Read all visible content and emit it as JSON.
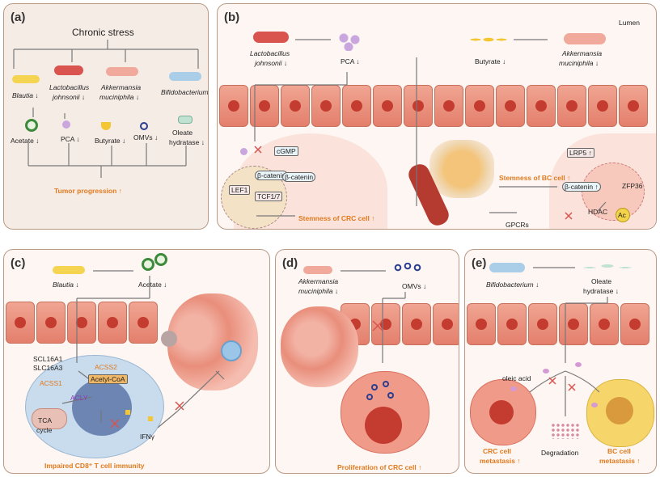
{
  "panel_a": {
    "label": "(a)",
    "title": "Chronic stress",
    "bacteria": [
      "Blautia ↓",
      "Lactobacillus johnsonii ↓",
      "Akkermansia muciniphila ↓",
      "Bifidobacterium ↓"
    ],
    "bact_lines": {
      "lj": [
        "Lactobacillus",
        "johnsonii ↓"
      ],
      "am": [
        "Akkermansia",
        "muciniphila ↓"
      ]
    },
    "metabolites": {
      "acetate": "Acetate ↓",
      "pca": "PCA ↓",
      "butyrate": "Butyrate ↓",
      "omvs": "OMVs ↓",
      "oleate1": "Oleate",
      "oleate2": "hydratase ↓"
    },
    "result": "Tumor progression ↑"
  },
  "panel_b": {
    "label": "(b)",
    "lumen": "Lumen",
    "lj1": "Lactobacillus",
    "lj2": "johnsonii ↓",
    "pca": "PCA ↓",
    "butyrate": "Butyrate ↓",
    "am1": "Akkermansia",
    "am2": "muciniphila ↓",
    "cgmp": "cGMP",
    "bcat1": "β-catenin",
    "bcat2": "β-catenin",
    "lef1": "LEF1",
    "tcf": "TCF1/7",
    "stem_crc": "Stemness of CRC cell ↑",
    "stem_bc": "Stemness of BC cell ↑",
    "lrp5": "LRP5 ↑",
    "bcat3": "β-catenin ↑",
    "zfp36": "ZFP36",
    "hdac": "HDAC",
    "ac": "Ac",
    "gpcrs": "GPCRs"
  },
  "panel_c": {
    "label": "(c)",
    "blautia": "Blautia ↓",
    "acetate": "Acetate ↓",
    "scl1": "SCL16A1",
    "scl2": "SLC16A3",
    "acss2": "ACSS2",
    "acss1": "ACSS1",
    "acetylcoa": "Acetyl-CoA",
    "acly": "ACLY",
    "tca1": "TCA",
    "tca2": "cycle",
    "ifng": "IFNγ",
    "result": "Impaired CD8⁺ T cell immunity"
  },
  "panel_d": {
    "label": "(d)",
    "am1": "Akkermansia",
    "am2": "muciniphila ↓",
    "omvs": "OMVs ↓",
    "result": "Proliferation of CRC cell ↑"
  },
  "panel_e": {
    "label": "(e)",
    "bifido": "Bifidobacterium ↓",
    "oleate1": "Oleate",
    "oleate2": "hydratase ↓",
    "oleic": "oleic acid",
    "crc1": "CRC cell",
    "crc2": "metastasis ↑",
    "degradation": "Degradation",
    "bc1": "BC cell",
    "bc2": "metastasis ↑"
  },
  "colors": {
    "panel_bg_a": "#f6ece6",
    "border": "#b89a86",
    "accent": "#e07a1e",
    "epithelium": "#e8907c"
  }
}
